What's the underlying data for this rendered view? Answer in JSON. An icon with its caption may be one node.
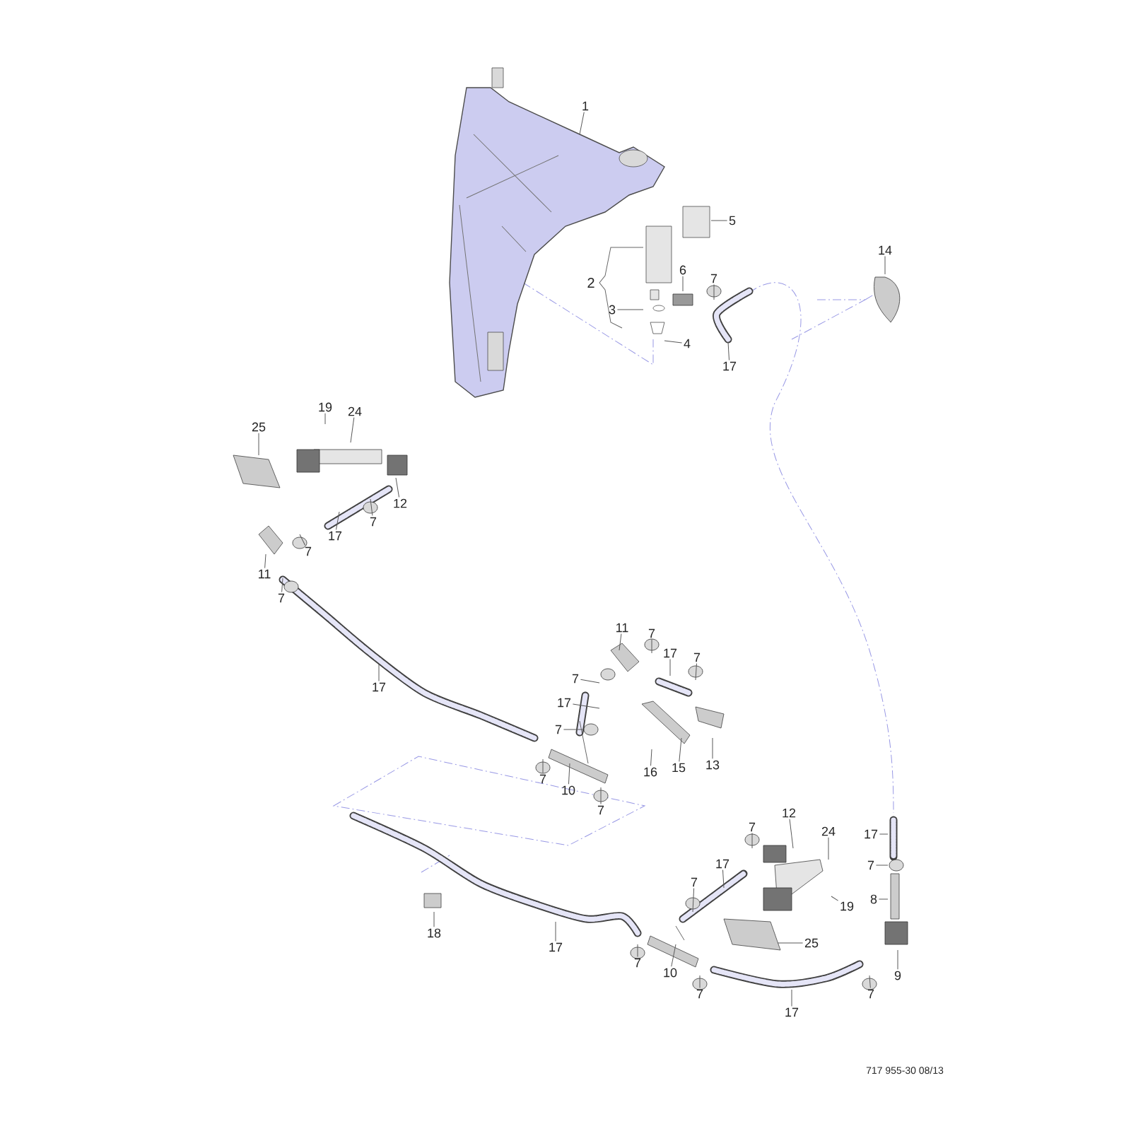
{
  "diagram": {
    "nodes": [
      {
        "text": [
          "1"
        ]
      },
      {
        "text": [
          "5"
        ]
      },
      {
        "text": [
          "6"
        ]
      },
      {
        "text": [
          "7"
        ]
      },
      {
        "text": [
          "3"
        ]
      },
      {
        "text": [
          "4"
        ]
      },
      {
        "text": [
          "17"
        ]
      },
      {
        "text": [
          "14"
        ]
      },
      {
        "text": [
          "19"
        ]
      },
      {
        "text": [
          "24"
        ]
      },
      {
        "text": [
          "25"
        ]
      },
      {
        "text": [
          "12"
        ]
      },
      {
        "text": [
          "17"
        ]
      },
      {
        "text": [
          "7"
        ]
      },
      {
        "text": [
          "7"
        ]
      },
      {
        "text": [
          "11"
        ]
      },
      {
        "text": [
          "7"
        ]
      },
      {
        "text": [
          "17"
        ]
      },
      {
        "text": [
          "11"
        ]
      },
      {
        "text": [
          "7"
        ]
      },
      {
        "text": [
          "17"
        ]
      },
      {
        "text": [
          "7"
        ]
      },
      {
        "text": [
          "7"
        ]
      },
      {
        "text": [
          "17"
        ]
      },
      {
        "text": [
          "7"
        ]
      },
      {
        "text": [
          "13"
        ]
      },
      {
        "text": [
          "15"
        ]
      },
      {
        "text": [
          "16"
        ]
      },
      {
        "text": [
          "7"
        ]
      },
      {
        "text": [
          "10"
        ]
      },
      {
        "text": [
          "7"
        ]
      },
      {
        "text": [
          "12"
        ]
      },
      {
        "text": [
          "7"
        ]
      },
      {
        "text": [
          "24"
        ]
      },
      {
        "text": [
          "17"
        ]
      },
      {
        "text": [
          "17"
        ]
      },
      {
        "text": [
          "7"
        ]
      },
      {
        "text": [
          "19"
        ]
      },
      {
        "text": [
          "7"
        ]
      },
      {
        "text": [
          "8"
        ]
      },
      {
        "text": [
          "25"
        ]
      },
      {
        "text": [
          "18"
        ]
      },
      {
        "text": [
          "17"
        ]
      },
      {
        "text": [
          "7"
        ]
      },
      {
        "text": [
          "10"
        ]
      },
      {
        "text": [
          "9"
        ]
      },
      {
        "text": [
          "7"
        ]
      },
      {
        "text": [
          "7"
        ]
      },
      {
        "text": [
          "17"
        ]
      }
    ],
    "edges": [
      {
        "from": 0,
        "to": null,
        "arrow": "none"
      },
      {
        "from": 1,
        "to": null,
        "arrow": "none"
      },
      {
        "from": 2,
        "to": null,
        "arrow": "none"
      },
      {
        "from": 3,
        "to": null,
        "arrow": "none"
      },
      {
        "from": 4,
        "to": null,
        "arrow": "none"
      },
      {
        "from": 5,
        "to": null,
        "arrow": "none"
      },
      {
        "from": 6,
        "to": null,
        "arrow": "none"
      },
      {
        "from": 7,
        "to": null,
        "arrow": "none"
      },
      {
        "from": 8,
        "to": null,
        "arrow": "none"
      },
      {
        "from": 9,
        "to": null,
        "arrow": "none"
      },
      {
        "from": 10,
        "to": null,
        "arrow": "none"
      },
      {
        "from": 11,
        "to": null,
        "arrow": "none"
      },
      {
        "from": 12,
        "to": null,
        "arrow": "none"
      },
      {
        "from": 13,
        "to": null,
        "arrow": "none"
      },
      {
        "from": 14,
        "to": null,
        "arrow": "none"
      },
      {
        "from": 15,
        "to": null,
        "arrow": "none"
      },
      {
        "from": 16,
        "to": null,
        "arrow": "none"
      },
      {
        "from": 17,
        "to": null,
        "arrow": "none"
      },
      {
        "from": 18,
        "to": null,
        "arrow": "none"
      },
      {
        "from": 19,
        "to": null,
        "arrow": "none"
      },
      {
        "from": 20,
        "to": null,
        "arrow": "none"
      },
      {
        "from": 21,
        "to": null,
        "arrow": "none"
      },
      {
        "from": 22,
        "to": null,
        "arrow": "none"
      },
      {
        "from": 23,
        "to": null,
        "arrow": "none"
      },
      {
        "from": 24,
        "to": null,
        "arrow": "none"
      },
      {
        "from": 25,
        "to": null,
        "arrow": "none"
      },
      {
        "from": 26,
        "to": null,
        "arrow": "none"
      },
      {
        "from": 27,
        "to": null,
        "arrow": "none"
      },
      {
        "from": 28,
        "to": null,
        "arrow": "none"
      },
      {
        "from": 29,
        "to": null,
        "arrow": "none"
      },
      {
        "from": 30,
        "to": null,
        "arrow": "none"
      },
      {
        "from": 31,
        "to": null,
        "arrow": "none"
      },
      {
        "from": 32,
        "to": null,
        "arrow": "none"
      },
      {
        "from": 33,
        "to": null,
        "arrow": "none"
      },
      {
        "from": 34,
        "to": null,
        "arrow": "none"
      },
      {
        "from": 35,
        "to": null,
        "arrow": "none"
      },
      {
        "from": 36,
        "to": null,
        "arrow": "none"
      },
      {
        "from": 37,
        "to": null,
        "arrow": "none"
      },
      {
        "from": 38,
        "to": null,
        "arrow": "none"
      },
      {
        "from": 39,
        "to": null,
        "arrow": "none"
      },
      {
        "from": 40,
        "to": null,
        "arrow": "none"
      },
      {
        "from": 41,
        "to": null,
        "arrow": "none"
      },
      {
        "from": 42,
        "to": null,
        "arrow": "none"
      },
      {
        "from": 43,
        "to": null,
        "arrow": "none"
      },
      {
        "from": 44,
        "to": null,
        "arrow": "none"
      },
      {
        "from": 45,
        "to": null,
        "arrow": "none"
      },
      {
        "from": 46,
        "to": null,
        "arrow": "none"
      },
      {
        "from": 47,
        "to": null,
        "arrow": "none"
      },
      {
        "from": 48,
        "to": null,
        "arrow": "none"
      }
    ],
    "labels": [
      "2",
      "717 955-30 08/13"
    ]
  }
}
